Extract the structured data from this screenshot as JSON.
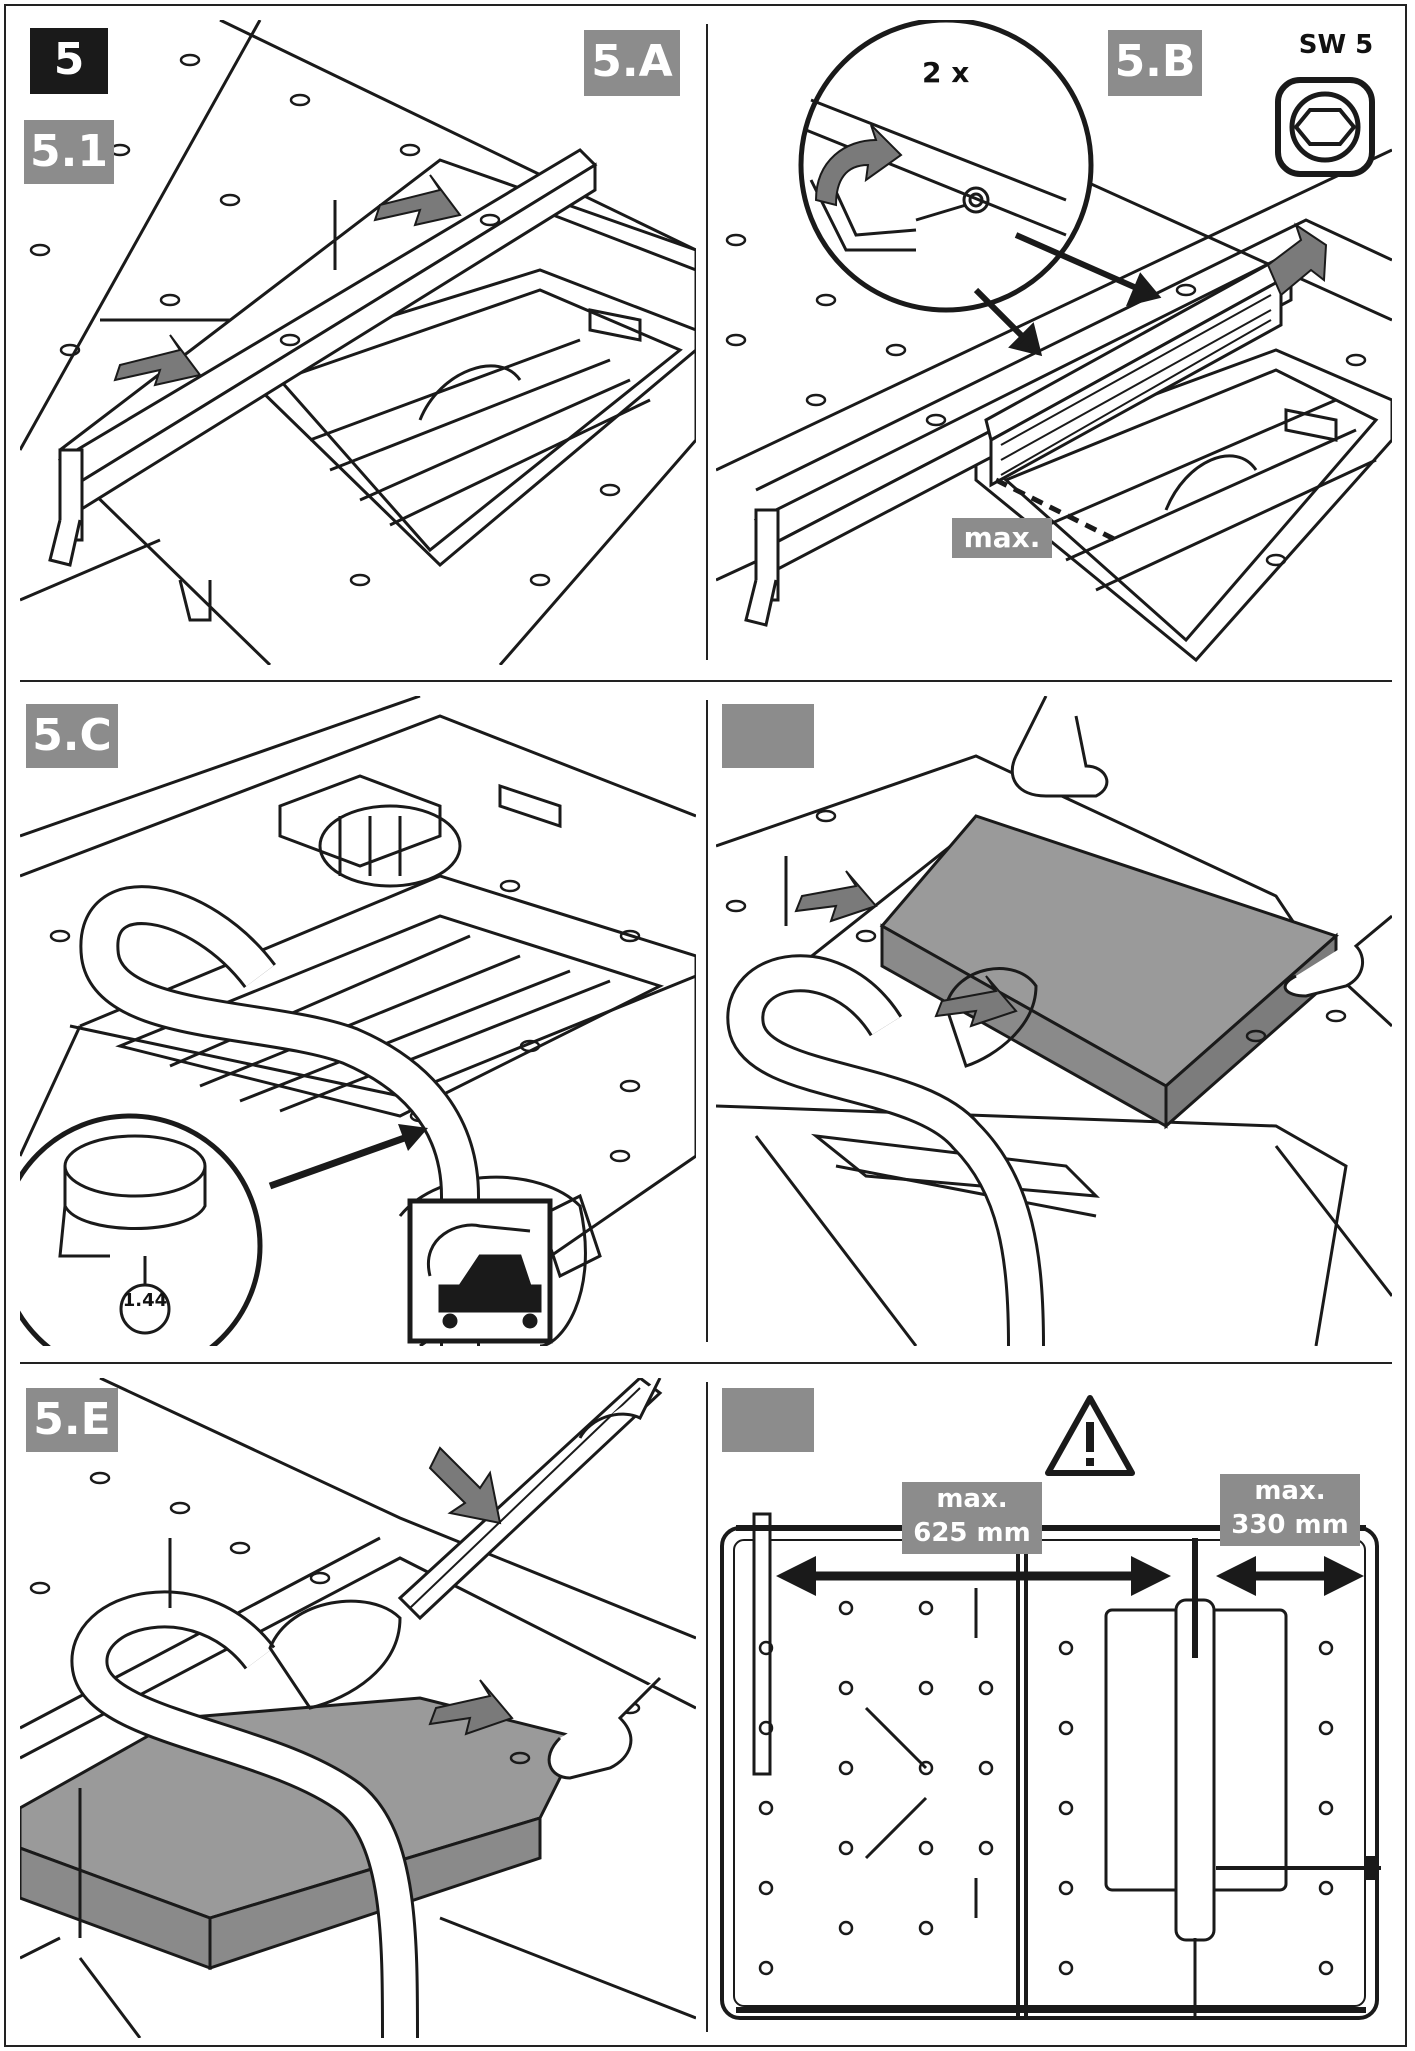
{
  "figure": {
    "step_number": "5",
    "substep": "5.1",
    "panels": {
      "a": {
        "tag": "5.A"
      },
      "b": {
        "tag": "5.B",
        "count_label": "2 x",
        "tool_label": "SW 5",
        "max_label": "max."
      },
      "c": {
        "tag": "5.C",
        "part_number": "1.44"
      },
      "d": {
        "tag": ""
      },
      "e": {
        "tag": "5.E"
      },
      "f": {
        "tag": "",
        "left_max": "max.",
        "left_dim": "625 mm",
        "right_max": "max.",
        "right_dim": "330 mm"
      }
    }
  },
  "colors": {
    "tag_gray": "#8c8c8c",
    "tag_black": "#1a1a1a",
    "workpiece_gray": "#9a9a9a",
    "line": "#1a1a1a"
  }
}
